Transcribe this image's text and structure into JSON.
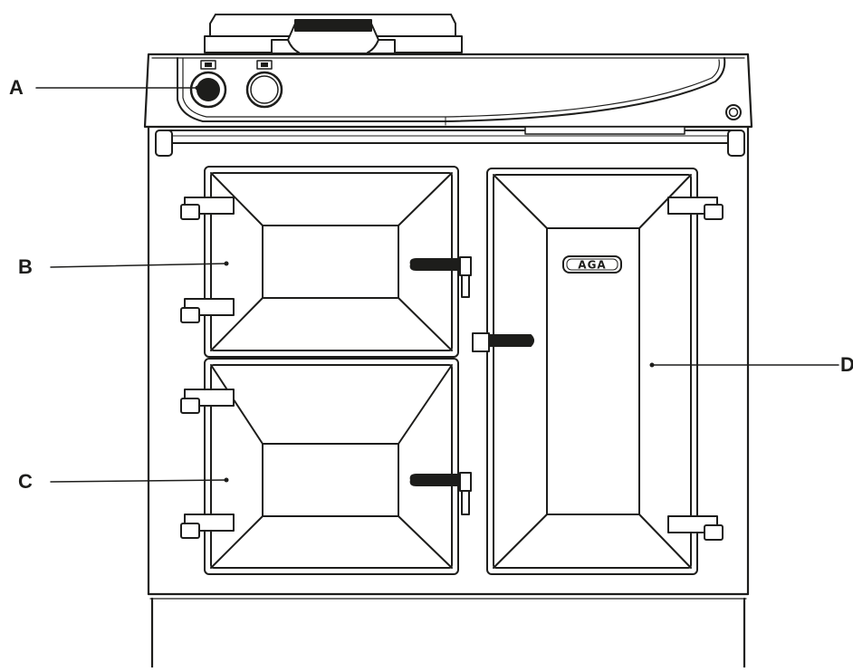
{
  "diagram": {
    "brand": "AGA",
    "callouts": [
      {
        "id": "A",
        "label": "A"
      },
      {
        "id": "B",
        "label": "B"
      },
      {
        "id": "C",
        "label": "C"
      },
      {
        "id": "D",
        "label": "D"
      }
    ],
    "colors": {
      "stroke": "#1d1d1b",
      "fill": "#ffffff"
    }
  }
}
